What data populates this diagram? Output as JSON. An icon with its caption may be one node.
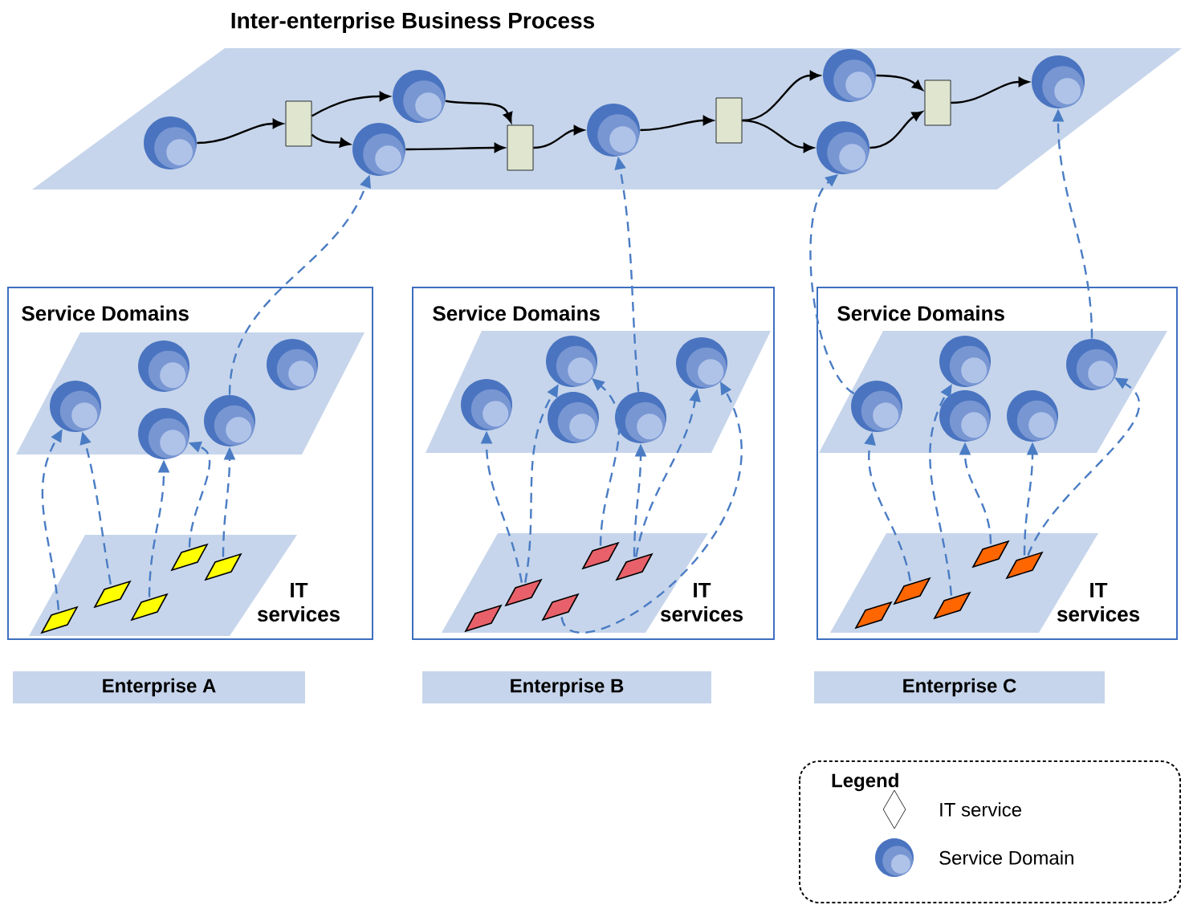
{
  "diagram": {
    "nodes": [
      {
        "text": [
          "Inter-enterprise Business Process"
        ]
      },
      {
        "text": [],
        "shape": "circle",
        "in": 0
      },
      {
        "text": [],
        "shape": "box",
        "in": 0
      },
      {
        "text": [],
        "shape": "circle",
        "in": 0
      },
      {
        "text": [],
        "shape": "circle",
        "in": 0
      },
      {
        "text": [],
        "shape": "box",
        "in": 0
      },
      {
        "text": [],
        "shape": "circle",
        "in": 0
      },
      {
        "text": [],
        "shape": "box",
        "in": 0
      },
      {
        "text": [],
        "shape": "circle",
        "in": 0
      },
      {
        "text": [],
        "shape": "circle",
        "in": 0
      },
      {
        "text": [],
        "shape": "box",
        "in": 0
      },
      {
        "text": [],
        "shape": "circle",
        "in": 0
      },
      {
        "text": [],
        "shape": "box"
      },
      {
        "text": [
          "Service Domains"
        ],
        "in": 12
      },
      {
        "text": [],
        "shape": "circle",
        "in": 13
      },
      {
        "text": [],
        "shape": "circle",
        "in": 13
      },
      {
        "text": [],
        "shape": "circle",
        "in": 13
      },
      {
        "text": [],
        "shape": "circle",
        "in": 13
      },
      {
        "text": [],
        "shape": "circle",
        "in": 13
      },
      {
        "text": [
          "IT services"
        ],
        "in": 12
      },
      {
        "text": [],
        "shape": "parallelogram",
        "in": 19
      },
      {
        "text": [],
        "shape": "parallelogram",
        "in": 19
      },
      {
        "text": [],
        "shape": "parallelogram",
        "in": 19
      },
      {
        "text": [],
        "shape": "parallelogram",
        "in": 19
      },
      {
        "text": [],
        "shape": "parallelogram",
        "in": 19
      },
      {
        "text": [
          "Enterprise A"
        ]
      },
      {
        "text": [],
        "shape": "box"
      },
      {
        "text": [
          "Service Domains"
        ],
        "in": 26
      },
      {
        "text": [],
        "shape": "circle",
        "in": 27
      },
      {
        "text": [],
        "shape": "circle",
        "in": 27
      },
      {
        "text": [],
        "shape": "circle",
        "in": 27
      },
      {
        "text": [],
        "shape": "circle",
        "in": 27
      },
      {
        "text": [],
        "shape": "circle",
        "in": 27
      },
      {
        "text": [
          "IT services"
        ],
        "in": 26
      },
      {
        "text": [],
        "shape": "parallelogram",
        "in": 33
      },
      {
        "text": [],
        "shape": "parallelogram",
        "in": 33
      },
      {
        "text": [],
        "shape": "parallelogram",
        "in": 33
      },
      {
        "text": [],
        "shape": "parallelogram",
        "in": 33
      },
      {
        "text": [],
        "shape": "parallelogram",
        "in": 33
      },
      {
        "text": [
          "Enterprise B"
        ]
      },
      {
        "text": [],
        "shape": "box"
      },
      {
        "text": [
          "Service Domains"
        ],
        "in": 40
      },
      {
        "text": [],
        "shape": "circle",
        "in": 41
      },
      {
        "text": [],
        "shape": "circle",
        "in": 41
      },
      {
        "text": [],
        "shape": "circle",
        "in": 41
      },
      {
        "text": [],
        "shape": "circle",
        "in": 41
      },
      {
        "text": [],
        "shape": "circle",
        "in": 41
      },
      {
        "text": [
          "IT services"
        ],
        "in": 40
      },
      {
        "text": [],
        "shape": "parallelogram",
        "in": 47
      },
      {
        "text": [],
        "shape": "parallelogram",
        "in": 47
      },
      {
        "text": [],
        "shape": "parallelogram",
        "in": 47
      },
      {
        "text": [],
        "shape": "parallelogram",
        "in": 47
      },
      {
        "text": [],
        "shape": "parallelogram",
        "in": 47
      },
      {
        "text": [
          "Enterprise C"
        ]
      }
    ],
    "edges": [
      {
        "from": 1,
        "to": 2,
        "arrow": "to",
        "color": "#000000"
      },
      {
        "from": 2,
        "to": 3,
        "arrow": "to",
        "color": "#000000"
      },
      {
        "from": 2,
        "to": 4,
        "arrow": "to",
        "color": "#000000"
      },
      {
        "from": 3,
        "to": 5,
        "arrow": "to",
        "color": "#000000"
      },
      {
        "from": 4,
        "to": 5,
        "arrow": "to",
        "color": "#000000"
      },
      {
        "from": 5,
        "to": 6,
        "arrow": "to",
        "color": "#000000"
      },
      {
        "from": 6,
        "to": 7,
        "arrow": "to",
        "color": "#000000"
      },
      {
        "from": 7,
        "to": 8,
        "arrow": "to",
        "color": "#000000"
      },
      {
        "from": 7,
        "to": 9,
        "arrow": "to",
        "color": "#000000"
      },
      {
        "from": 8,
        "to": 10,
        "arrow": "to",
        "color": "#000000"
      },
      {
        "from": 9,
        "to": 10,
        "arrow": "to",
        "color": "#000000"
      },
      {
        "from": 10,
        "to": 11,
        "arrow": "to",
        "color": "#000000"
      },
      {
        "from": 20,
        "to": 14,
        "arrow": "to",
        "style": "dashed",
        "color": "#4a7cc4"
      },
      {
        "from": 21,
        "to": 14,
        "arrow": "to",
        "style": "dashed",
        "color": "#4a7cc4"
      },
      {
        "from": 22,
        "to": 17,
        "arrow": "to",
        "style": "dashed",
        "color": "#4a7cc4"
      },
      {
        "from": 23,
        "to": 17,
        "arrow": "to",
        "style": "dashed",
        "color": "#4a7cc4"
      },
      {
        "from": 24,
        "to": 18,
        "arrow": "to",
        "style": "dashed",
        "color": "#4a7cc4"
      },
      {
        "from": 18,
        "to": 4,
        "arrow": "to",
        "style": "dashed",
        "color": "#4a7cc4"
      },
      {
        "from": 35,
        "to": 28,
        "arrow": "to",
        "style": "dashed",
        "color": "#4a7cc4"
      },
      {
        "from": 35,
        "to": 29,
        "arrow": "to",
        "style": "dashed",
        "color": "#4a7cc4"
      },
      {
        "from": 36,
        "to": 32,
        "arrow": "to",
        "style": "dashed",
        "color": "#4a7cc4"
      },
      {
        "from": 37,
        "to": 29,
        "arrow": "to",
        "style": "dashed",
        "color": "#4a7cc4"
      },
      {
        "from": 38,
        "to": 31,
        "arrow": "to",
        "style": "dashed",
        "color": "#4a7cc4"
      },
      {
        "from": 38,
        "to": 32,
        "arrow": "to",
        "style": "dashed",
        "color": "#4a7cc4"
      },
      {
        "from": 31,
        "to": 6,
        "arrow": "to",
        "style": "dashed",
        "color": "#4a7cc4"
      },
      {
        "from": 49,
        "to": 42,
        "arrow": "to",
        "style": "dashed",
        "color": "#4a7cc4"
      },
      {
        "from": 50,
        "to": 43,
        "arrow": "to",
        "style": "dashed",
        "color": "#4a7cc4"
      },
      {
        "from": 51,
        "to": 44,
        "arrow": "to",
        "style": "dashed",
        "color": "#4a7cc4"
      },
      {
        "from": 52,
        "to": 45,
        "arrow": "to",
        "style": "dashed",
        "color": "#4a7cc4"
      },
      {
        "from": 52,
        "to": 46,
        "arrow": "to",
        "style": "dashed",
        "color": "#4a7cc4"
      },
      {
        "from": 42,
        "to": 9,
        "arrow": "to",
        "style": "dashed",
        "color": "#4a7cc4"
      },
      {
        "from": 46,
        "to": 11,
        "arrow": "to",
        "style": "dashed",
        "color": "#4a7cc4"
      }
    ],
    "labels": [
      "Legend"
    ],
    "legend": [
      {
        "text": "IT service"
      },
      {
        "text": "Service Domain"
      }
    ]
  }
}
